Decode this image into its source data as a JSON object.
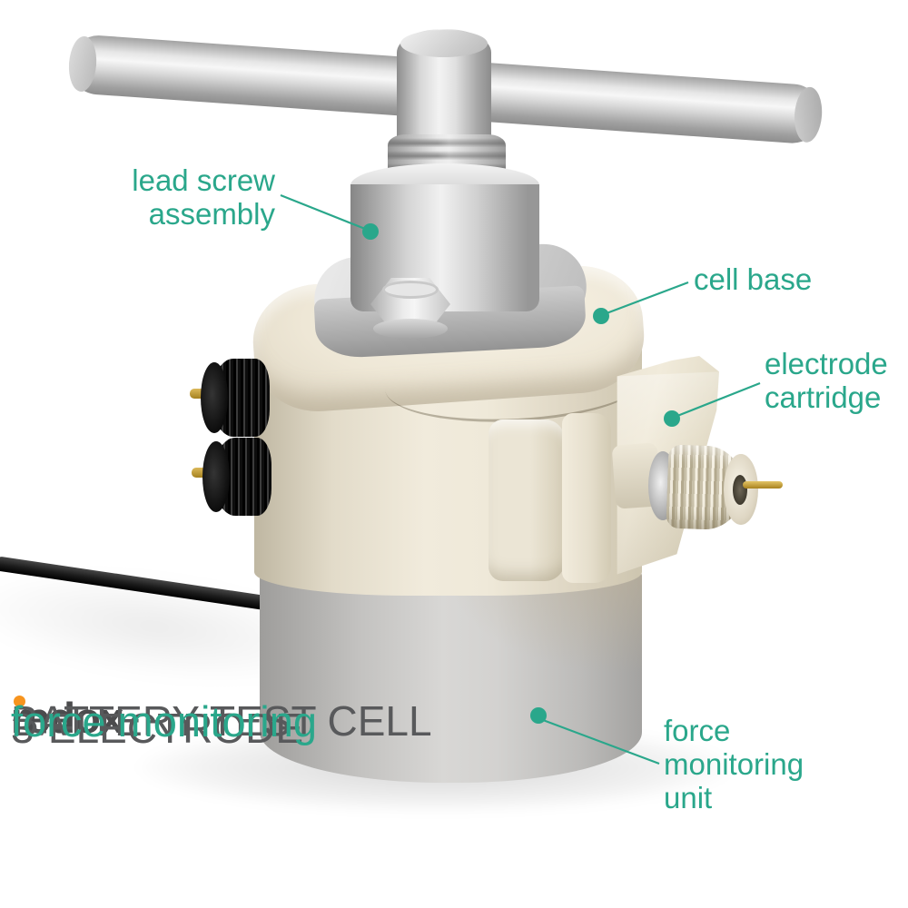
{
  "colors": {
    "teal": "#2AA78B",
    "orange": "#F7941E",
    "title_gray": "#58595B",
    "logo_gray": "#4B4B4D",
    "cream": "#EFE9D9",
    "steel": "#D6D6D6",
    "unit_gray": "#C9C8C6",
    "knob_black": "#161616",
    "gold_pin": "#C9A24A"
  },
  "callouts": [
    {
      "id": "lead-screw-assembly",
      "lines": [
        "lead screw",
        "assembly"
      ]
    },
    {
      "id": "cell-base",
      "lines": [
        "cell base"
      ]
    },
    {
      "id": "electrode-cartridge",
      "lines": [
        "electrode",
        "cartridge"
      ]
    },
    {
      "id": "force-monitoring-unit",
      "lines": [
        "force",
        "monitoring",
        "unit"
      ]
    }
  ],
  "branding": {
    "logo_part1": "redox",
    "logo_part2": "me",
    "title_line1": "3-ELECTRODE",
    "title_line2": "BATTERY TEST CELL",
    "subtitle": "force monitoring"
  }
}
